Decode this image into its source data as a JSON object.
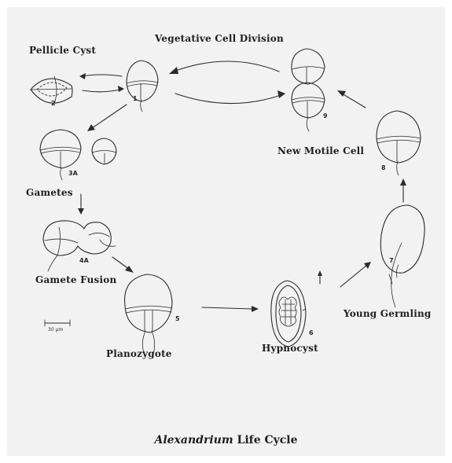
{
  "title": {
    "italic": "Alexandrium",
    "rest": " Life Cycle"
  },
  "stages": {
    "pellicle_cyst": "Pellicle Cyst",
    "vegetative_division": "Vegetative Cell Division",
    "new_motile_cell": "New Motile Cell",
    "gametes": "Gametes",
    "gamete_fusion": "Gamete Fusion",
    "planozygote": "Planozygote",
    "hypnocyst": "Hypnocyst",
    "young_germling": "Young Germling"
  },
  "figure_numbers": {
    "n1": "1",
    "n2": "2",
    "n3a": "3A",
    "n4a": "4A",
    "n5": "5",
    "n6": "6",
    "n7": "7",
    "n8": "8",
    "n9": "9"
  },
  "scale_bar": "30 µm"
}
